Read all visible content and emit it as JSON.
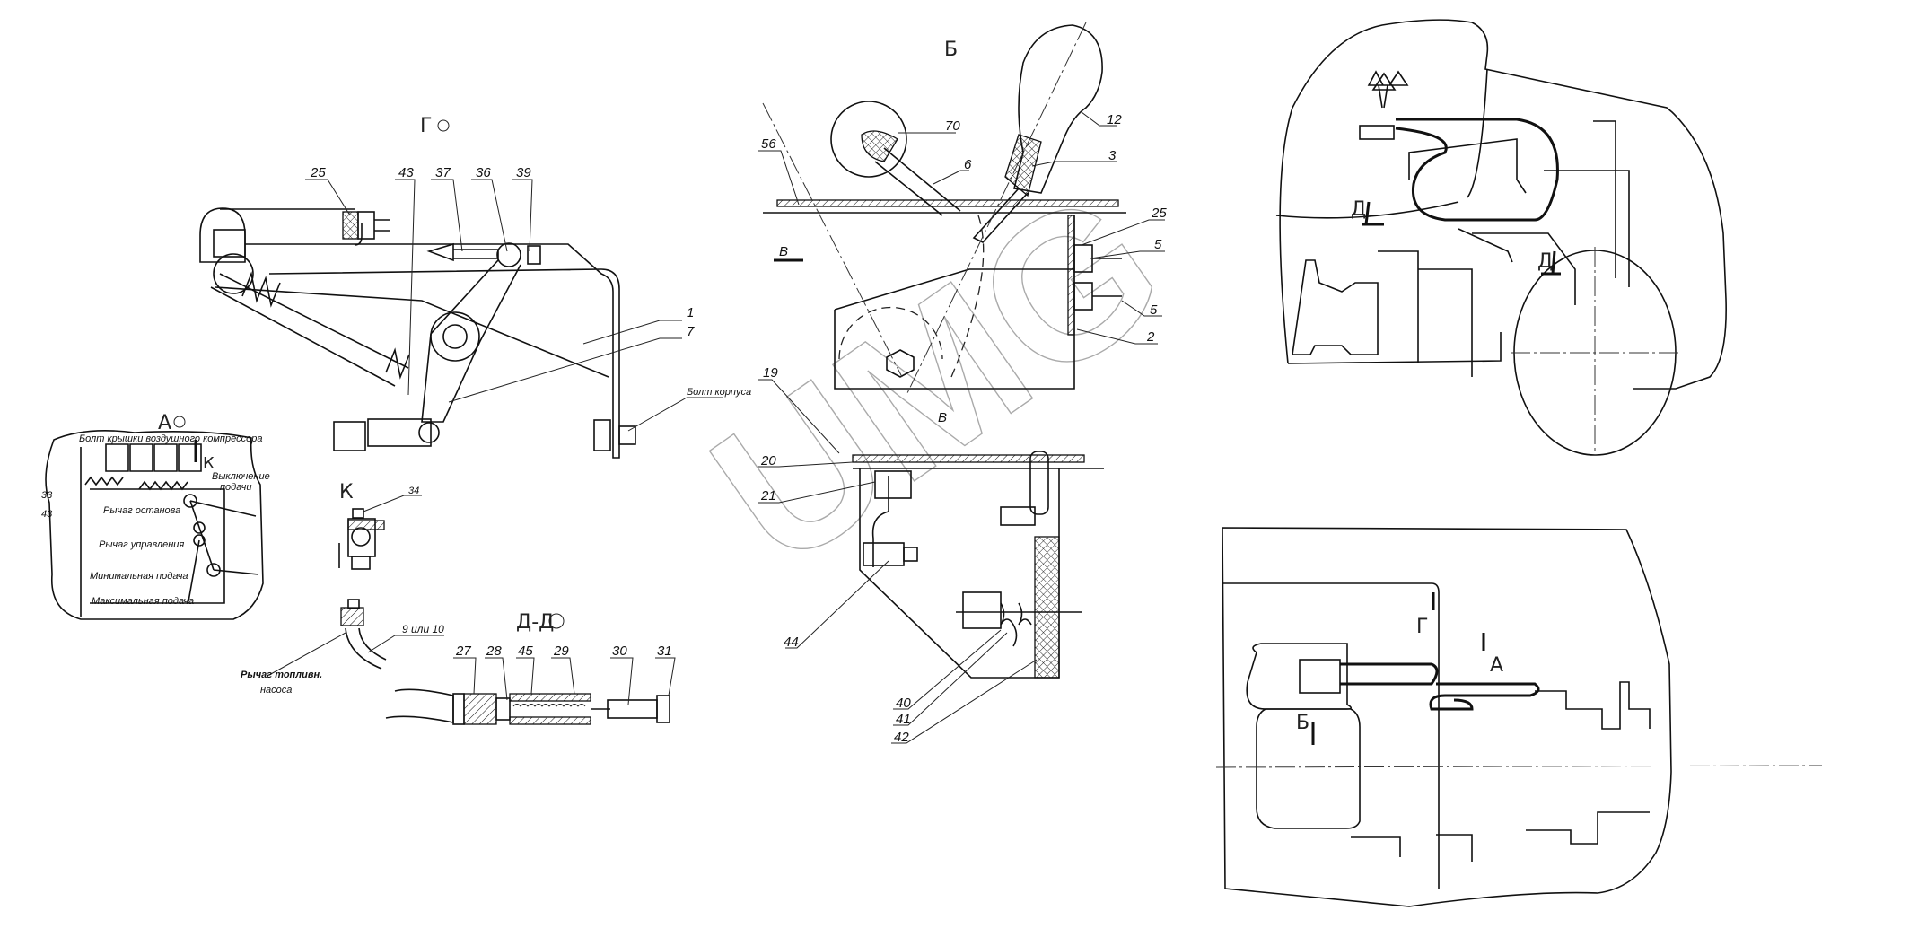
{
  "watermark": "UMG",
  "views": {
    "gamma": {
      "title": "Г",
      "labels": [
        "25",
        "43",
        "37",
        "36",
        "39",
        "1",
        "7"
      ],
      "bolt_label": "Болт корпуса"
    },
    "a": {
      "title": "А",
      "k_mark": "К",
      "compressor_bolt": "Болт крышки воздушного компрессора",
      "feed_off_1": "Выключение",
      "feed_off_2": "подачи",
      "stop_lever": "Рычаг останова",
      "control_lever": "Рычаг управления",
      "min_feed": "Минимальная подача",
      "max_feed": "Максимальная подача",
      "callouts": [
        "33",
        "43"
      ]
    },
    "k": {
      "title": "К",
      "labels": [
        "34"
      ]
    },
    "dd": {
      "title": "Д-Д",
      "pipe_label": "9 или 10",
      "pump_lever_1": "Рычаг топливн.",
      "pump_lever_2": "насоса",
      "labels": [
        "27",
        "28",
        "45",
        "29",
        "30",
        "31"
      ]
    },
    "b": {
      "title": "Б",
      "arrow_label": "В",
      "labels": [
        "56",
        "70",
        "12",
        "6",
        "3",
        "25",
        "5",
        "5",
        "2",
        "19"
      ]
    },
    "v": {
      "title": "В",
      "labels": [
        "20",
        "21",
        "44",
        "40",
        "41",
        "42"
      ]
    },
    "side_view": {
      "arrows": [
        "Д",
        "Д"
      ]
    },
    "top_view": {
      "arrows": [
        "Г",
        "А",
        "Б"
      ]
    }
  }
}
